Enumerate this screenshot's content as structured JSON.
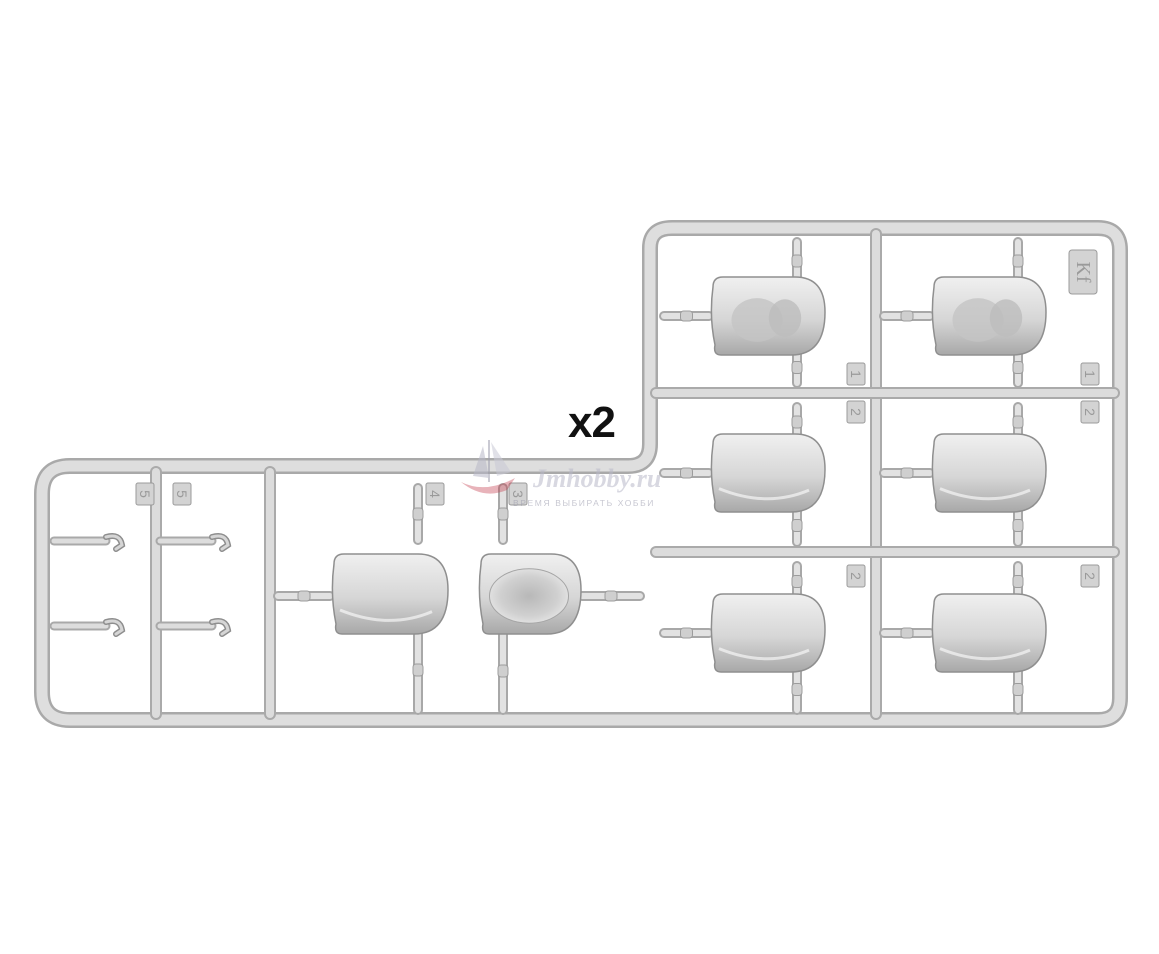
{
  "sprue": {
    "code": "Kf",
    "quantity_label": "x2",
    "part_numbers": [
      "1",
      "1",
      "2",
      "2",
      "2",
      "2",
      "5",
      "5",
      "4",
      "3"
    ]
  },
  "watermark": {
    "site": "Jmhobby.ru",
    "tagline": "ВРЕМЯ ВЫБИРАТЬ ХОББИ"
  },
  "colors": {
    "plastic": "#d9d9d9",
    "plastic_shadow": "#b3b3b3",
    "background": "#ffffff",
    "watermark_accent": "#c23a4a"
  }
}
